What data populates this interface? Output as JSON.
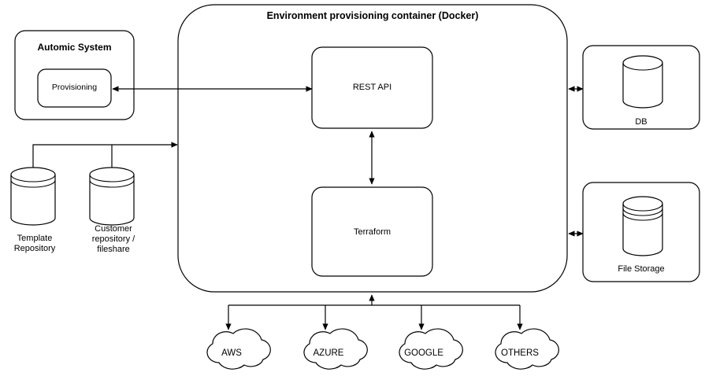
{
  "diagram": {
    "title": "Environment provisioning container (Docker)",
    "automic": {
      "title": "Automic System",
      "inner_label": "Provisioning"
    },
    "container_children": [
      {
        "id": "rest-api",
        "label": "REST API"
      },
      {
        "id": "terraform",
        "label": "Terraform"
      }
    ],
    "storage": [
      {
        "id": "db",
        "label": "DB",
        "icon": "database-cylinder-icon"
      },
      {
        "id": "file-storage",
        "label": "File Storage",
        "icon": "file-storage-cylinder-icon"
      }
    ],
    "repositories": [
      {
        "id": "template-repository",
        "label": "Template\nRepository",
        "icon": "repository-cylinder-icon"
      },
      {
        "id": "customer-repository",
        "label": "Customer\nrepository /\nfileshare",
        "icon": "repository-cylinder-icon"
      }
    ],
    "clouds": [
      {
        "id": "aws",
        "label": "AWS"
      },
      {
        "id": "azure",
        "label": "AZURE"
      },
      {
        "id": "google",
        "label": "GOOGLE"
      },
      {
        "id": "others",
        "label": "OTHERS"
      }
    ],
    "colors": {
      "stroke": "#000000",
      "background": "#ffffff",
      "text": "#000000"
    }
  }
}
